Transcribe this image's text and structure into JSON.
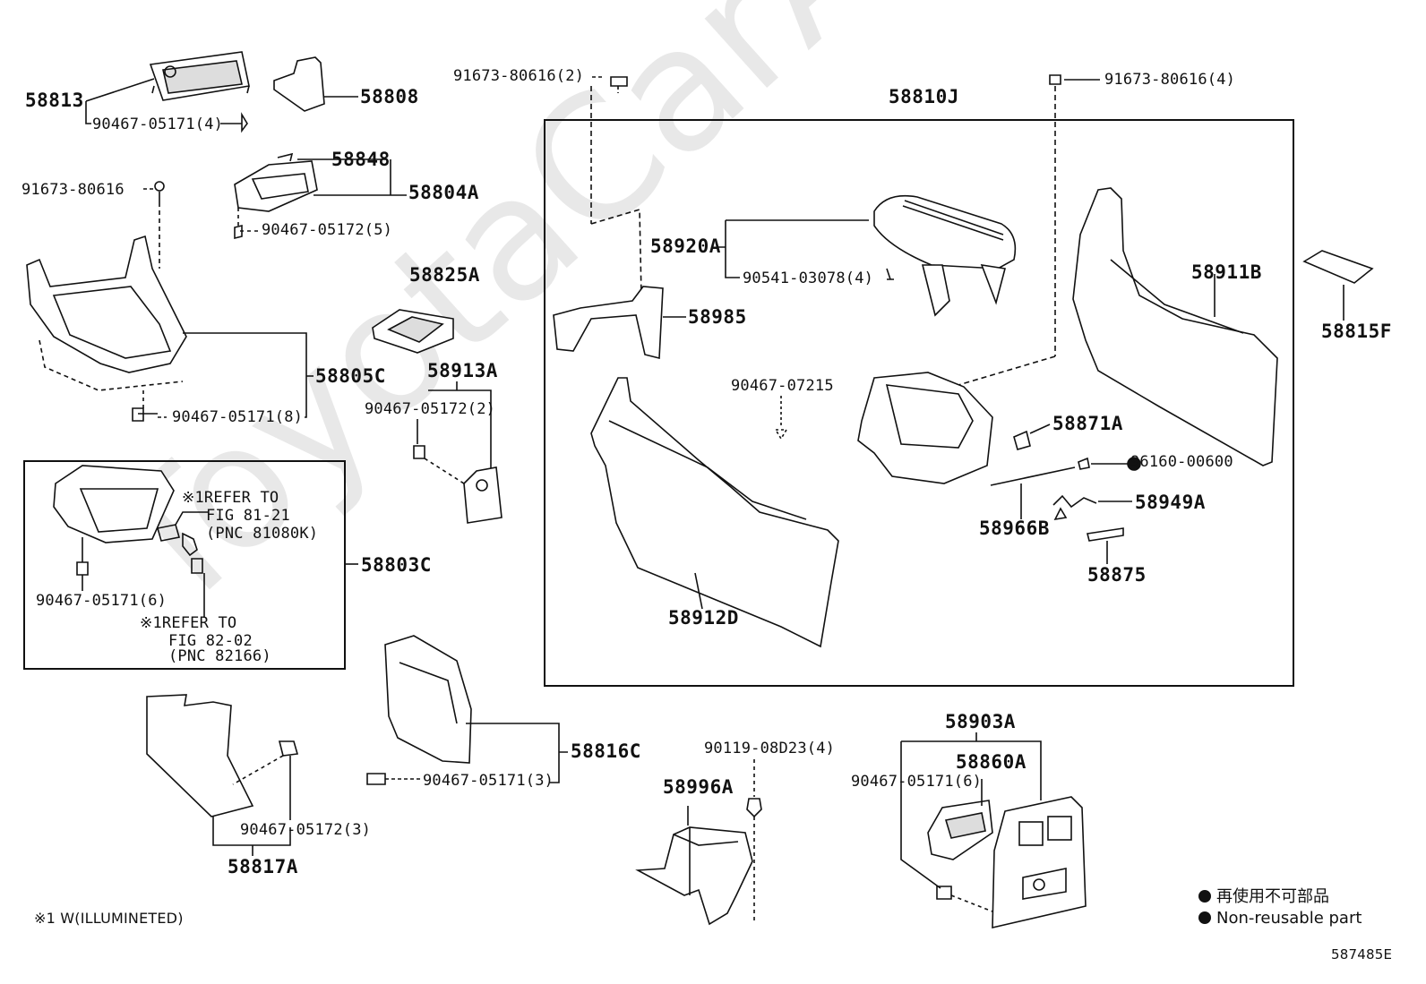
{
  "watermark": "ToyotaCarAlbum.ru",
  "labels": {
    "p58813": "58813",
    "c9046705171_4": "90467-05171(4)",
    "p58808": "58808",
    "c9167380616_2": "91673-80616(2)",
    "p58810J": "58810J",
    "c9167380616_4": "91673-80616(4)",
    "p58848": "58848",
    "p58804A": "58804A",
    "c9167380616": "91673-80616",
    "c9046705172_5": "90467-05172(5)",
    "p58920A": "58920A",
    "p58911B": "58911B",
    "p58825A": "58825A",
    "c9054103078_4": "90541-03078(4)",
    "p58815F": "58815F",
    "p58985": "58985",
    "p58805C": "58805C",
    "p58913A": "58913A",
    "c9046707215": "90467-07215",
    "c9046705172_2": "90467-05172(2)",
    "c9046705171_8": "90467-05171(8)",
    "p58871A": "58871A",
    "c9616000600": "96160-00600",
    "p58949A": "58949A",
    "refer1_a": "※1REFER TO",
    "refer1_b": "FIG 81-21",
    "refer1_c": "(PNC 81080K)",
    "p58966B": "58966B",
    "p58803C": "58803C",
    "p58875": "58875",
    "c9046705171_6a": "90467-05171(6)",
    "p58912D": "58912D",
    "refer2_a": "※1REFER TO",
    "refer2_b": "FIG 82-02",
    "refer2_c": "(PNC 82166)",
    "p58903A": "58903A",
    "p58816C": "58816C",
    "c9011908D23_4": "90119-08D23(4)",
    "p58860A": "58860A",
    "c9046705171_6b": "90467-05171(6)",
    "c9046705171_3": "90467-05171(3)",
    "p58996A": "58996A",
    "c9046705172_3": "90467-05172(3)",
    "p58817A": "58817A"
  },
  "footnote": "※1 W(ILLUMINETED)",
  "legend": {
    "jp": "再使用不可部品",
    "en": "Non-reusable part"
  },
  "drawing_code": "587485E"
}
